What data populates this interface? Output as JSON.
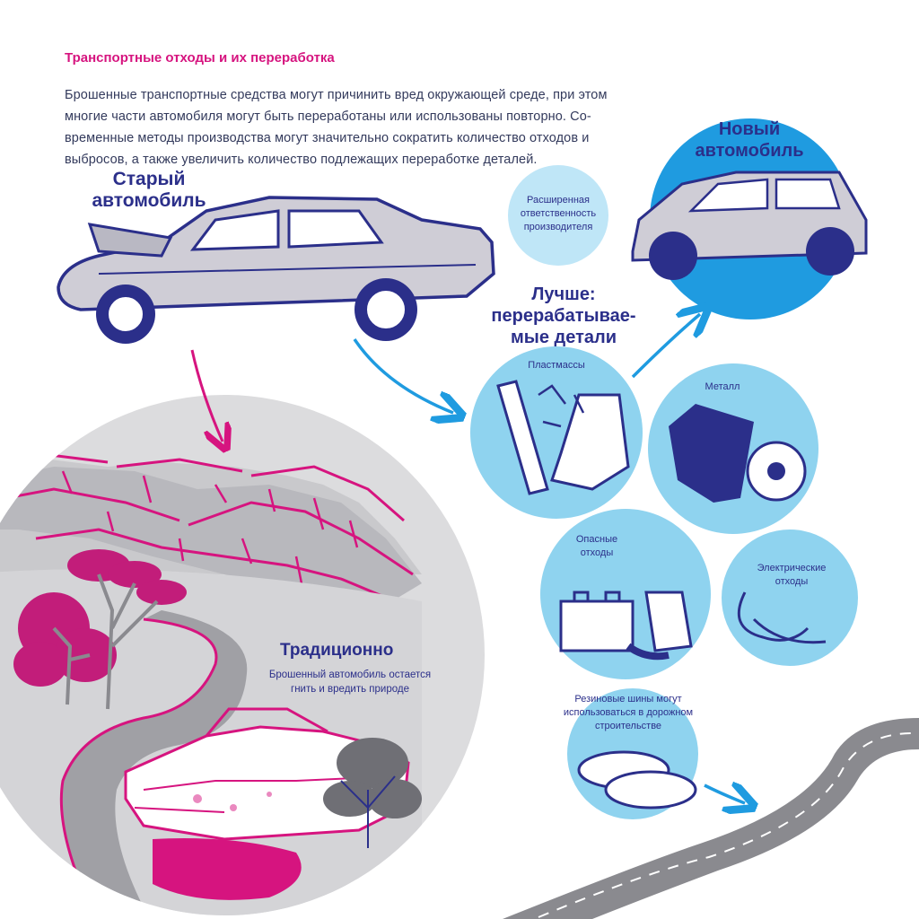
{
  "header": {
    "title": "Транспортные отходы и их переработка",
    "intro_lines": [
      "Брошенные транспортные средства могут причинить вред окружающей среде, при этом",
      "многие части автомобиля могут быть переработаны или использованы повторно. Со-",
      "временные методы производства могут значительно сократить количество отходов и",
      "выбросов, а также увеличить количество подлежащих переработке деталей."
    ]
  },
  "old_car": {
    "label_lines": [
      "Старый",
      "автомобиль"
    ]
  },
  "new_car": {
    "label_lines": [
      "Новый",
      "автомобиль"
    ]
  },
  "producer": {
    "label_lines": [
      "Расширенная",
      "ответственность",
      "производителя"
    ]
  },
  "better": {
    "label_lines": [
      "Лучше:",
      "перерабатывае-",
      "мые детали"
    ]
  },
  "parts": {
    "plastics": "Пластмассы",
    "metal": "Металл",
    "hazardous": [
      "Опасные",
      "отходы"
    ],
    "electrical": [
      "Электрические",
      "отходы"
    ],
    "tires": [
      "Резиновые шины могут",
      "использоваться в дорожном",
      "строительстве"
    ]
  },
  "traditional": {
    "title": "Традиционно",
    "text_lines": [
      "Брошенный автомобиль остается",
      "гнить и вредить природе"
    ]
  },
  "colors": {
    "accent_pink": "#d6147f",
    "navy": "#2b2f8a",
    "light_blue": "#8fd3ef",
    "bright_blue": "#1f9be0",
    "car_gray": "#cfcdd6",
    "road_gray": "#8a8a8f"
  }
}
